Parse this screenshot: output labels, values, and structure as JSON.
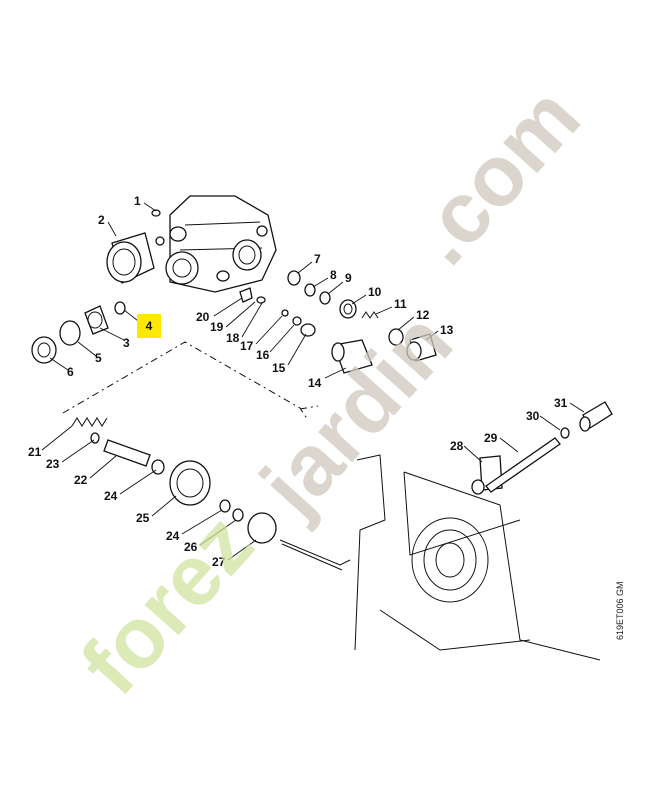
{
  "diagram": {
    "part_labels": [
      {
        "id": "p1",
        "text": "1"
      },
      {
        "id": "p2",
        "text": "2"
      },
      {
        "id": "p3",
        "text": "3"
      },
      {
        "id": "p5",
        "text": "5"
      },
      {
        "id": "p6",
        "text": "6"
      },
      {
        "id": "p7",
        "text": "7"
      },
      {
        "id": "p8",
        "text": "8"
      },
      {
        "id": "p9",
        "text": "9"
      },
      {
        "id": "p10",
        "text": "10"
      },
      {
        "id": "p11",
        "text": "11"
      },
      {
        "id": "p12",
        "text": "12"
      },
      {
        "id": "p13",
        "text": "13"
      },
      {
        "id": "p14",
        "text": "14"
      },
      {
        "id": "p15",
        "text": "15"
      },
      {
        "id": "p16",
        "text": "16"
      },
      {
        "id": "p17",
        "text": "17"
      },
      {
        "id": "p18",
        "text": "18"
      },
      {
        "id": "p19",
        "text": "19"
      },
      {
        "id": "p20",
        "text": "20"
      },
      {
        "id": "p21",
        "text": "21"
      },
      {
        "id": "p22",
        "text": "22"
      },
      {
        "id": "p23",
        "text": "23"
      },
      {
        "id": "p24a",
        "text": "24"
      },
      {
        "id": "p24b",
        "text": "24"
      },
      {
        "id": "p25",
        "text": "25"
      },
      {
        "id": "p26",
        "text": "26"
      },
      {
        "id": "p27",
        "text": "27"
      },
      {
        "id": "p28",
        "text": "28"
      },
      {
        "id": "p29",
        "text": "29"
      },
      {
        "id": "p30",
        "text": "30"
      },
      {
        "id": "p31",
        "text": "31"
      }
    ],
    "highlighted_label": "4",
    "highlight_color": "#ffe800",
    "drawing_code": "619ET006 GM"
  },
  "watermark": {
    "text_left": "forez",
    "text_mid": "jardin",
    "text_right": ".com",
    "color_green": "#cfe3a0",
    "color_grey": "#cfc8be"
  }
}
